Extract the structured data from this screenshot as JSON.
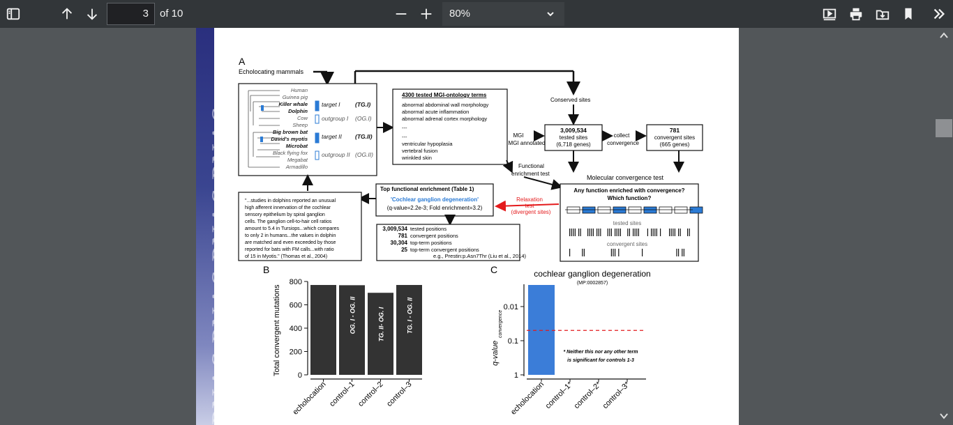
{
  "toolbar": {
    "page_number": "3",
    "page_of": "of 10",
    "zoom": "80%",
    "icons": [
      "sidebar-toggle-icon",
      "arrow-up-icon",
      "arrow-down-icon",
      "minus-icon",
      "plus-icon",
      "chevron-down-icon",
      "presentation-icon",
      "print-icon",
      "download-icon",
      "bookmark-icon",
      "double-chevron-right-icon"
    ]
  },
  "document": {
    "watermark": "PNAS PNAS PNAS PNAS",
    "panel_a": {
      "label": "A",
      "echolocating": "Echolocating mammals",
      "species": [
        "Human",
        "Guinea pig",
        "Killer whale",
        "Dolphin",
        "Cow",
        "Sheep",
        "Big brown bat",
        "David's myotis",
        "Microbat",
        "Black flying fox",
        "Megabat",
        "Armadillo"
      ],
      "groups": [
        {
          "label": "target I",
          "abbr": "(TG.I)"
        },
        {
          "label": "outgroup I",
          "abbr": "(OG.I)"
        },
        {
          "label": "target II",
          "abbr": "(TG.II)"
        },
        {
          "label": "outgroup II",
          "abbr": "(OG.II)"
        }
      ],
      "mgi_title": "4300 tested MGI-ontology terms",
      "mgi_terms": [
        "abnormal abdominal wall morphology",
        "abnormal acute inflammation",
        "abnormal adrenal cortex morphology",
        "---",
        "---",
        "ventricular hypoplasia",
        "vertebral fusion",
        "wrinkled skin"
      ],
      "conserved": "Conserved sites",
      "mgi_annotated": "MGI annotated",
      "tested_count": "3,009,534",
      "tested_label": "tested sites",
      "tested_genes": "(6,718 genes)",
      "collect": "collect convergence",
      "conv_count": "781",
      "conv_label": "convergent sites",
      "conv_genes": "(665 genes)",
      "func_test": "Functional enrichment test",
      "mol_title": "Molecular convergence test",
      "mol_question": "Any function enriched with convergence? Which function?",
      "tested_sites": "tested sites",
      "convergent_sites": "convergent sites",
      "top_title": "Top functional enrichment (Table 1)",
      "top_term": "'Cochlear ganglion degeneration'",
      "top_stats": "(q-value=2.2e-3; Fold enrichment=3.2)",
      "relaxation": "Relaxation test (divergent sites)",
      "positions": [
        {
          "n": "3,009,534",
          "label": "tested positions"
        },
        {
          "n": "781",
          "label": "convergent positions"
        },
        {
          "n": "30,304",
          "label": "top-term positions"
        },
        {
          "n": "25",
          "label": "top-term convergent positions"
        }
      ],
      "positions_eg": "e.g., Prestin:p.Asn7Thr (Liu et al., 2014)",
      "quote_lines": [
        "\"...studies in dolphins reported an unusual",
        "high afferent innervation of the cochlear",
        "sensory epithelium by spiral ganglion",
        "cells. The ganglion cell-to-hair cell ratios",
        "amount to 5.4 in Tursiops...which compares",
        "to only 2 in humans...the values in dolphin",
        "are matched and even exceeded by those",
        "reported for bats with FM calls...with ratio",
        "of 15 in Myotis.\" (Thomas et al., 2004)"
      ]
    },
    "panel_b": {
      "label": "B",
      "ylabel": "Total convergent mutations",
      "bar_labels": [
        "",
        "OG. I - OG. II",
        "TG. II- OG. I",
        "TG. I - OG. II"
      ]
    },
    "panel_c": {
      "label": "C",
      "title": "cochlear ganglion degeneration",
      "subtitle": "(MP:0002857)",
      "ylabel": "q-value",
      "ylabel_sub": "convergence",
      "note": "* Neither this nor any other term is significant for controls 1-3"
    }
  },
  "chart_data": [
    {
      "type": "bar",
      "title": "",
      "ylabel": "Total convergent mutations",
      "categories": [
        "echolocation",
        "control–1",
        "control–2",
        "control–3"
      ],
      "values": [
        770,
        768,
        703,
        770
      ],
      "ylim": [
        0,
        800
      ],
      "yticks": [
        0,
        200,
        400,
        600,
        800
      ]
    },
    {
      "type": "bar",
      "title": "cochlear ganglion degeneration",
      "ylabel": "q-value convergence",
      "categories": [
        "echolocation",
        "control–1*",
        "control–2*",
        "control–3*"
      ],
      "values": [
        0.0022,
        null,
        null,
        null
      ],
      "yscale": "log-reversed",
      "yticks": [
        "0.01",
        "0.1",
        "1"
      ],
      "threshold": 0.05,
      "colors": {
        "bar": "#3b7dd8",
        "threshold": "#e41a1c"
      }
    }
  ]
}
